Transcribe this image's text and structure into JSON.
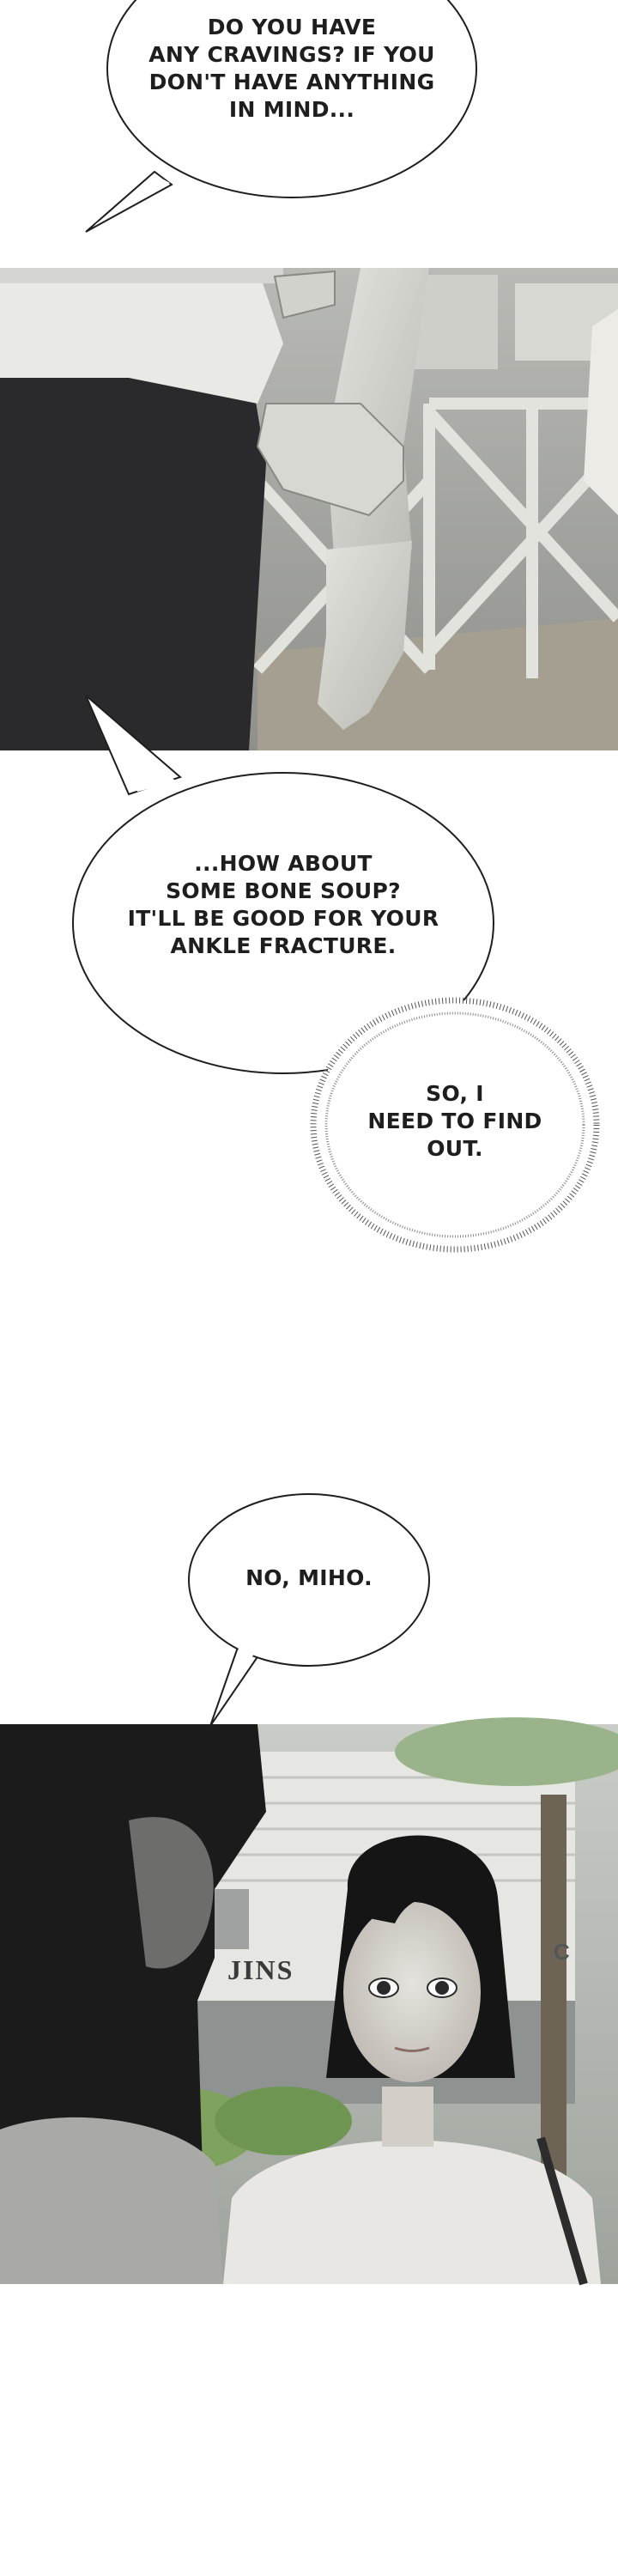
{
  "dialogue": {
    "bubble_1": [
      "DO YOU HAVE",
      "ANY CRAVINGS? IF YOU",
      "DON'T HAVE ANYTHING",
      "IN MIND..."
    ],
    "bubble_2": [
      "...HOW ABOUT",
      "SOME BONE SOUP?",
      "IT'LL BE GOOD FOR YOUR",
      "ANKLE FRACTURE."
    ],
    "bubble_3": [
      "SO, I",
      "NEED TO FIND",
      "OUT."
    ],
    "bubble_4": [
      "NO, MIHO."
    ]
  },
  "signage": {
    "store_sign": "JINS",
    "store_sign_right": "C"
  },
  "colors": {
    "page_bg": "#ffffff",
    "panel_gray": "#a9aaa6",
    "dark_fabric": "#2a2a2c",
    "hair": "#151515",
    "foliage": "#7fa35f"
  }
}
